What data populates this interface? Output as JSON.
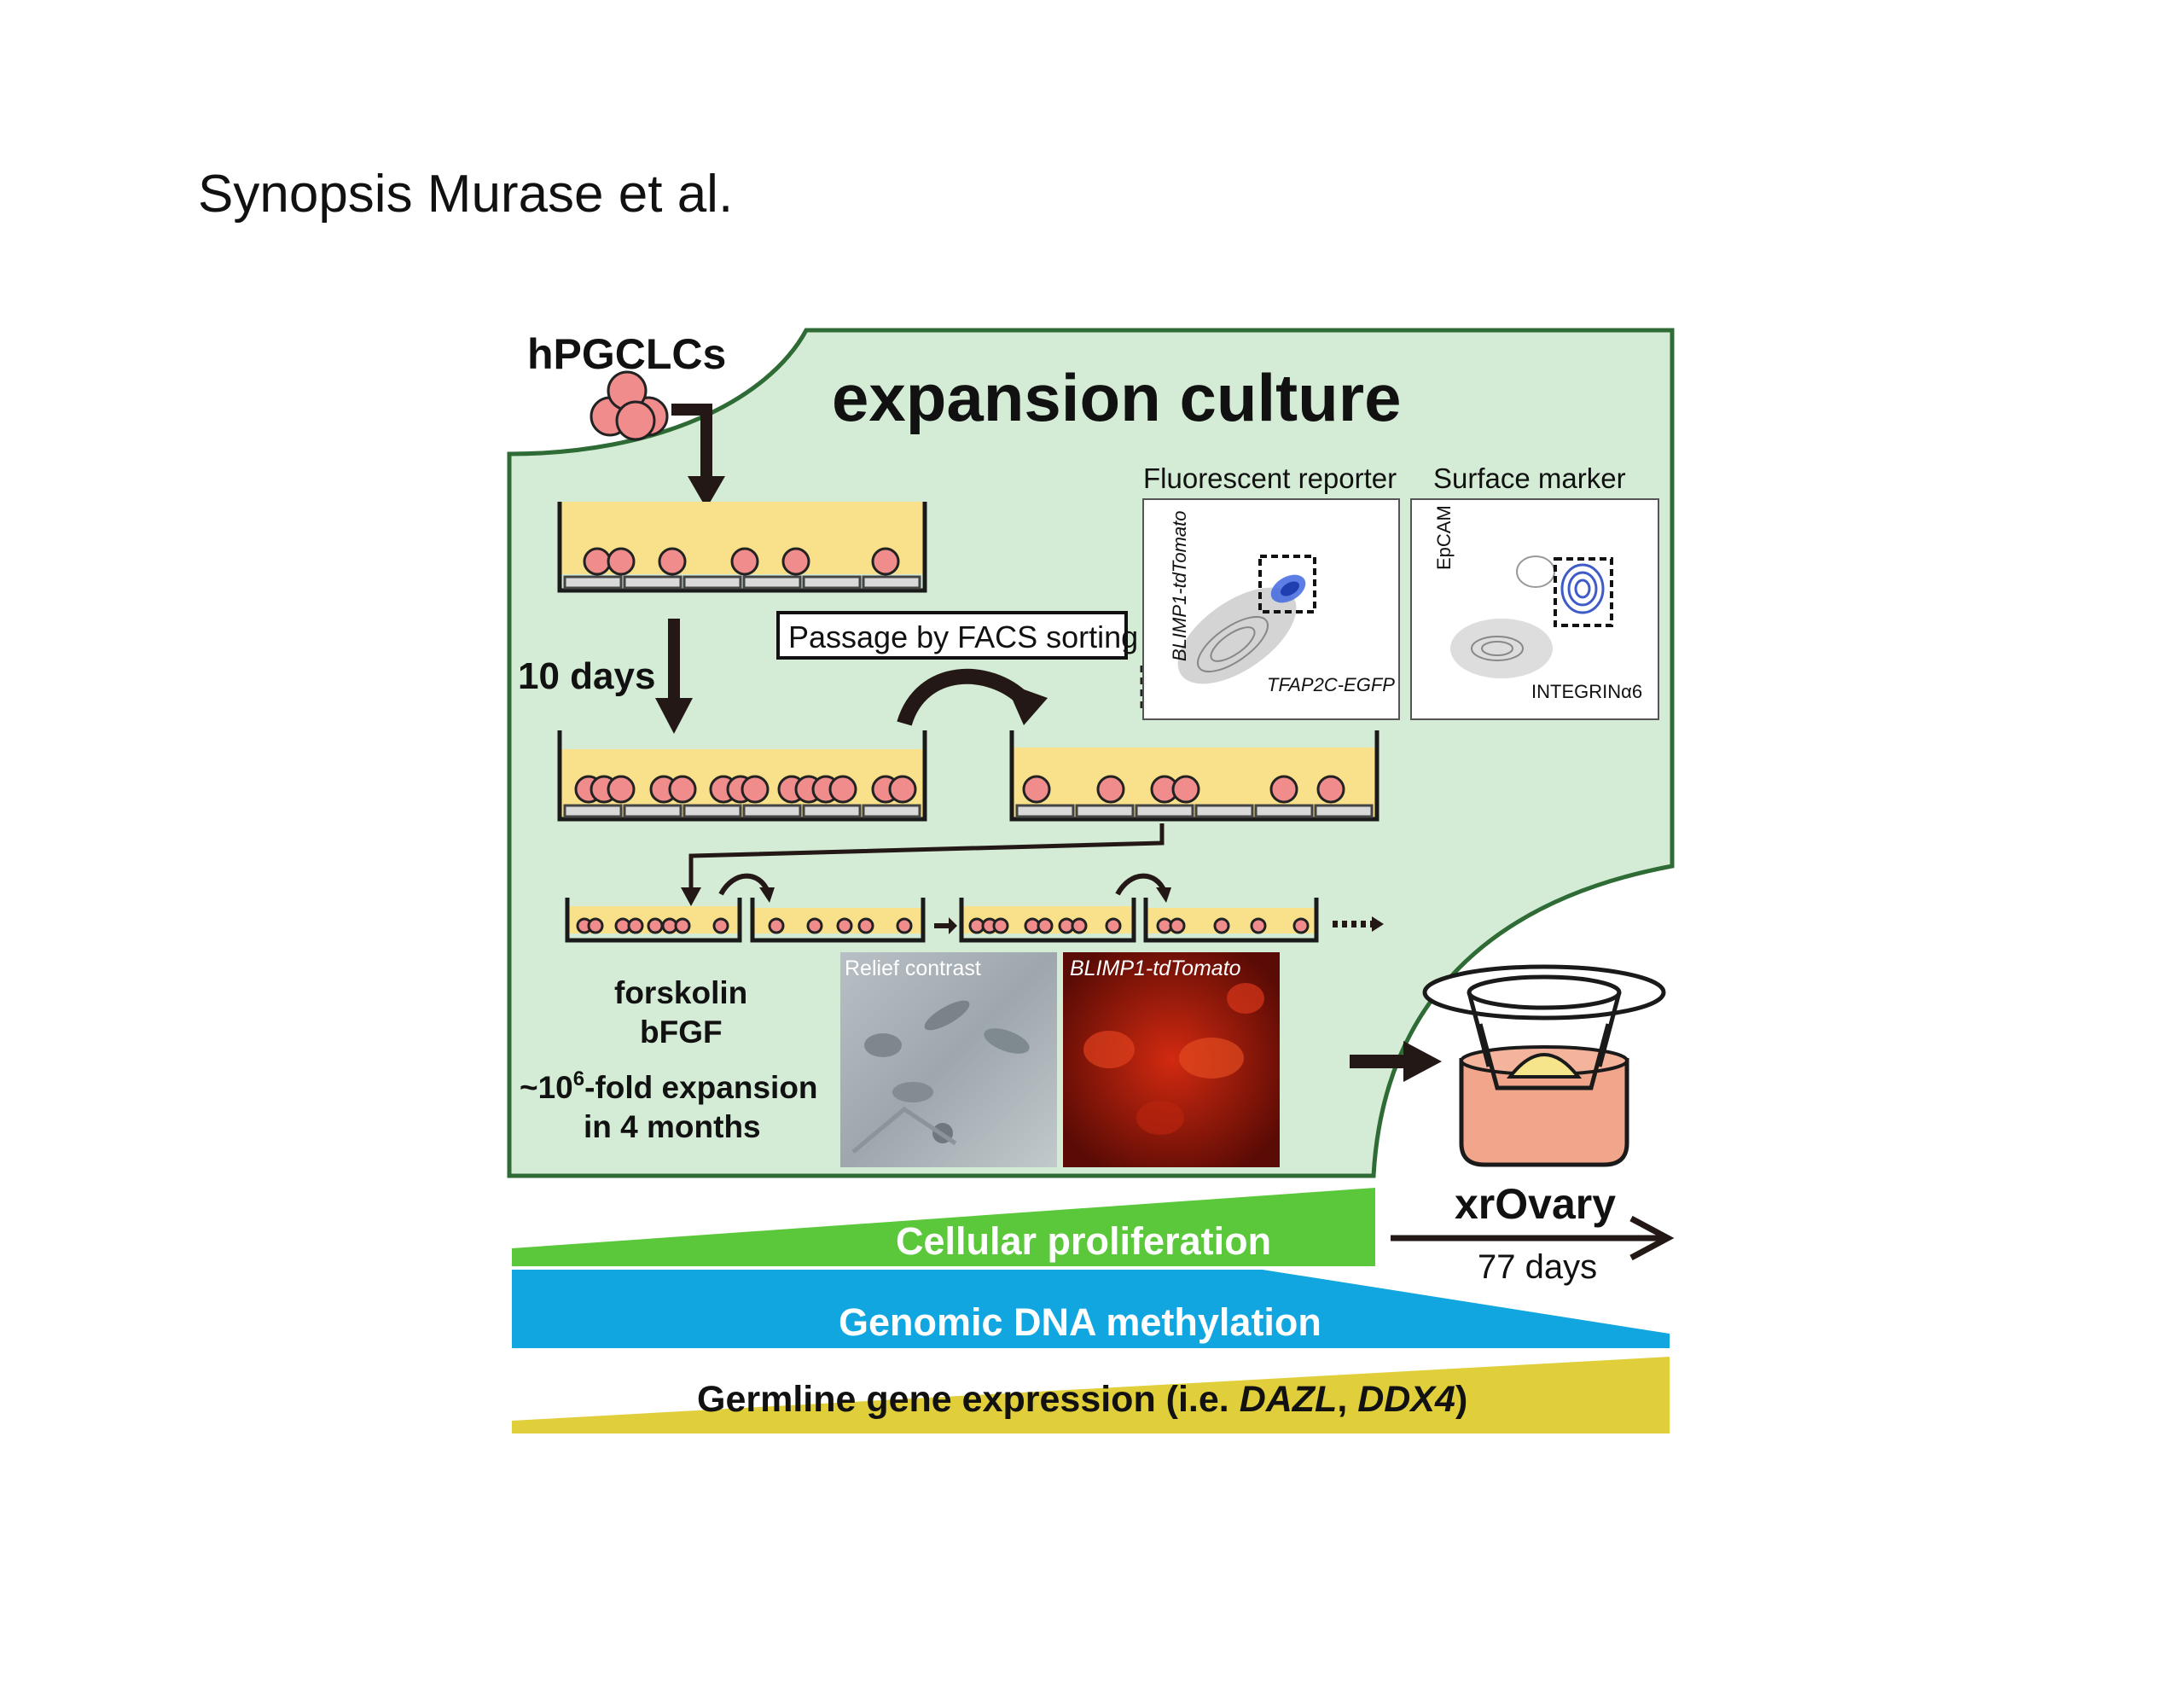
{
  "slide": {
    "title": "Synopsis Murase et al."
  },
  "diagram": {
    "start_label": "hPGCLCs",
    "panel_title": "expansion culture",
    "step_duration": "10 days",
    "passage_label": "Passage by FACS sorting",
    "plots": {
      "left_title": "Fluorescent reporter",
      "left_x_axis": "TFAP2C-EGFP",
      "left_y_axis": "BLIMP1-tdTomato",
      "right_title": "Surface marker",
      "right_x_axis": "INTEGRINα6",
      "right_y_axis": "EpCAM"
    },
    "conditions": [
      "forskolin",
      "bFGF"
    ],
    "expansion_prefix": "~10",
    "expansion_exponent": "6",
    "expansion_suffix": "-fold expansion",
    "expansion_time": "in 4 months",
    "images": {
      "left_label": "Relief contrast",
      "right_label": "BLIMP1-tdTomato"
    },
    "end_label": "xrOvary",
    "end_duration": "77 days",
    "bars": {
      "proliferation": "Cellular proliferation",
      "methylation": "Genomic DNA methylation",
      "germline_prefix": "Germline gene expression (i.e. ",
      "germline_gene1": "DAZL",
      "germline_sep": ", ",
      "germline_gene2": "DDX4",
      "germline_suffix": ")"
    },
    "colors": {
      "panel_fill": "#d4ecd6",
      "panel_border": "#2e6b35",
      "proliferation": "#5ac83a",
      "methylation": "#12a6e0",
      "germline": "#e0cf3a",
      "cell": "#f08c8c",
      "medium": "#f9e08a"
    }
  }
}
